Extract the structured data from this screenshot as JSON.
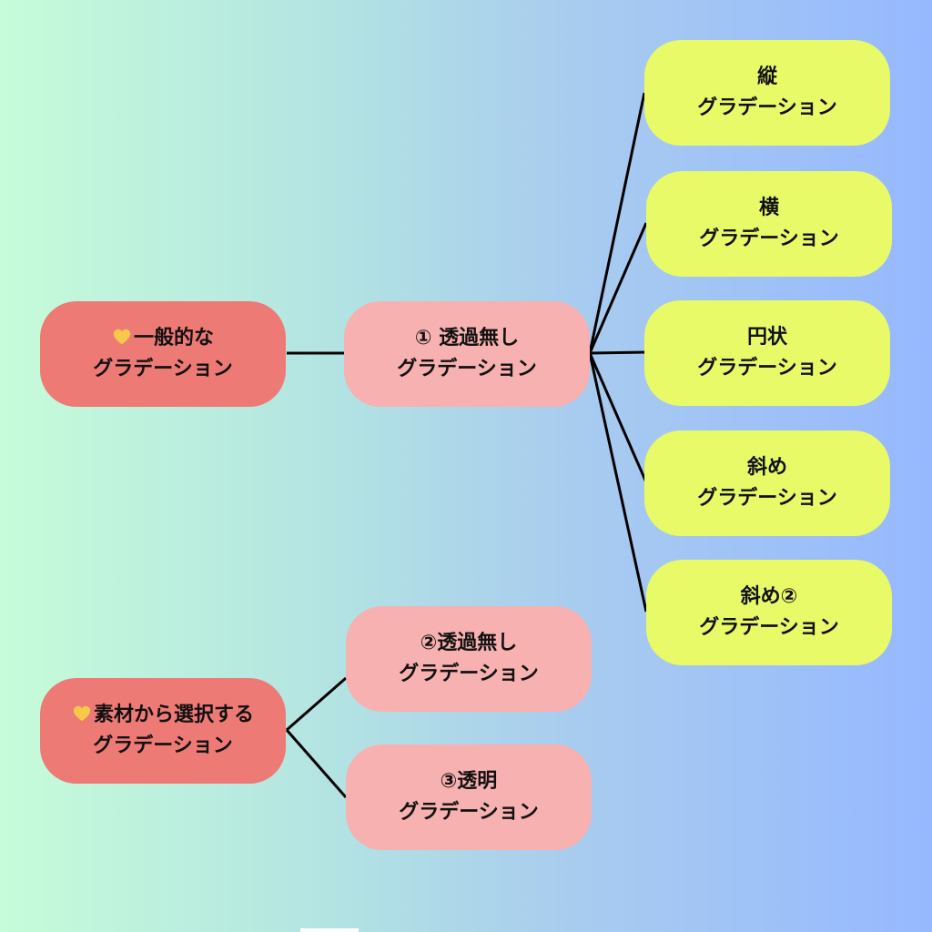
{
  "diagram": {
    "heart_color": "#f7c948",
    "line_color": "#000000",
    "colors": {
      "root": "#ee7a76",
      "middle": "#f6b1b0",
      "leaf": "#e8fa68"
    },
    "groups": [
      {
        "root": {
          "line1": "一般的な",
          "line2": "グラデーション",
          "icon": "heart-icon"
        },
        "children": [
          {
            "line1": "① 透過無し",
            "line2": "グラデーション",
            "children": [
              {
                "line1": "縦",
                "line2": "グラデーション"
              },
              {
                "line1": "横",
                "line2": "グラデーション"
              },
              {
                "line1": "円状",
                "line2": "グラデーション"
              },
              {
                "line1": "斜め",
                "line2": "グラデーション"
              },
              {
                "line1": "斜め②",
                "line2": "グラデーション"
              }
            ]
          }
        ]
      },
      {
        "root": {
          "line1": "素材から選択する",
          "line2": "グラデーション",
          "icon": "heart-icon"
        },
        "children": [
          {
            "line1": "②透過無し",
            "line2": "グラデーション",
            "children": []
          },
          {
            "line1": "③透明",
            "line2": "グラデーション",
            "children": []
          }
        ]
      }
    ]
  }
}
